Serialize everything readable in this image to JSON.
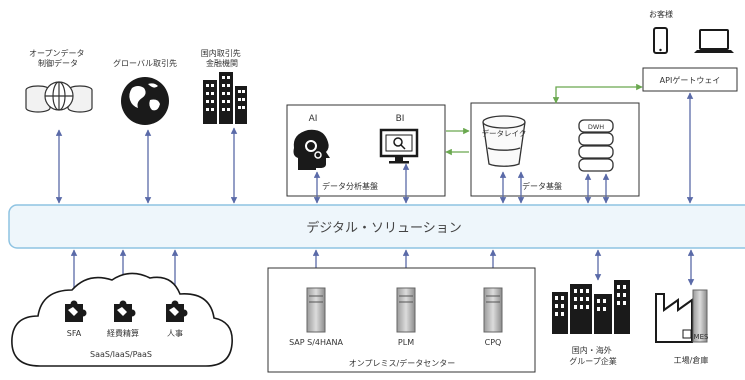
{
  "top": {
    "open_data_label": "オープンデータ\n制御データ",
    "global_label": "グローバル取引先",
    "domestic_label": "国内取引先\n金融機関",
    "customer_label": "お客様",
    "api_gateway_label": "APIゲートウェイ"
  },
  "analysis": {
    "ai_label": "AI",
    "bi_label": "BI",
    "box_label": "データ分析基盤"
  },
  "data_platform": {
    "lake_label": "データレイク",
    "dwh_label": "DWH",
    "box_label": "データ基盤"
  },
  "bar": {
    "label": "デジタル・ソリューション"
  },
  "cloud": {
    "items": [
      "SFA",
      "経費精算",
      "人事"
    ],
    "label": "SaaS/IaaS/PaaS"
  },
  "onprem": {
    "servers": [
      "SAP S/4HANA",
      "PLM",
      "CPQ"
    ],
    "label": "オンプレミス/データセンター"
  },
  "group": {
    "label": "国内・海外\nグループ企業"
  },
  "factory": {
    "mes_label": "MES",
    "label": "工場/倉庫"
  },
  "colors": {
    "arrow": "#5a6aa8",
    "bar_fill": "#eef6fb",
    "bar_stroke": "#8ec3e2",
    "green": "#6aa84f",
    "icon": "#1a1a1a"
  }
}
